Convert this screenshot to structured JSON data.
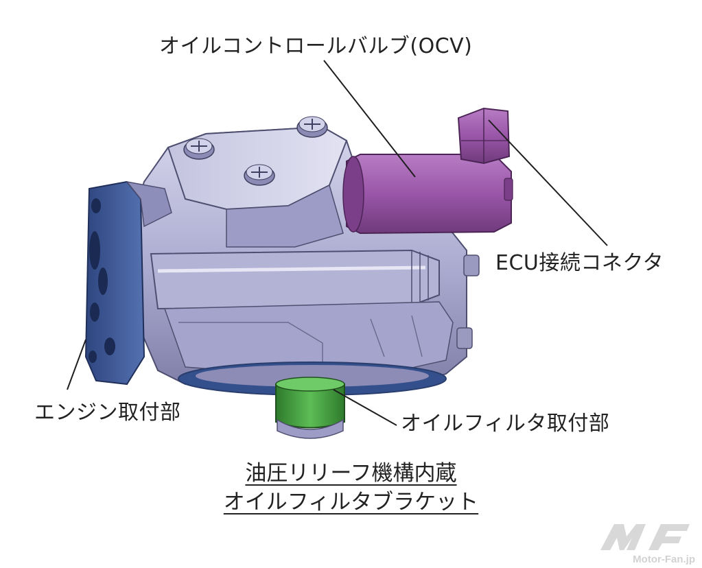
{
  "labels": {
    "ocv": "オイルコントロールバルブ(OCV)",
    "ecu": "ECU接続コネクタ",
    "engine": "エンジン取付部",
    "filter": "オイルフィルタ取付部"
  },
  "caption": {
    "line1": "油圧リリーフ機構内蔵",
    "line2": "オイルフィルタブラケット"
  },
  "watermark": {
    "text": "Motor-Fan.jp"
  },
  "colors": {
    "body": "#b9b9d9",
    "body_dark": "#7e7ea6",
    "flange": "#3f5a96",
    "valve": "#9a56a8",
    "filter_mount": "#3f9a3a",
    "leader": "#1e1e1e"
  }
}
